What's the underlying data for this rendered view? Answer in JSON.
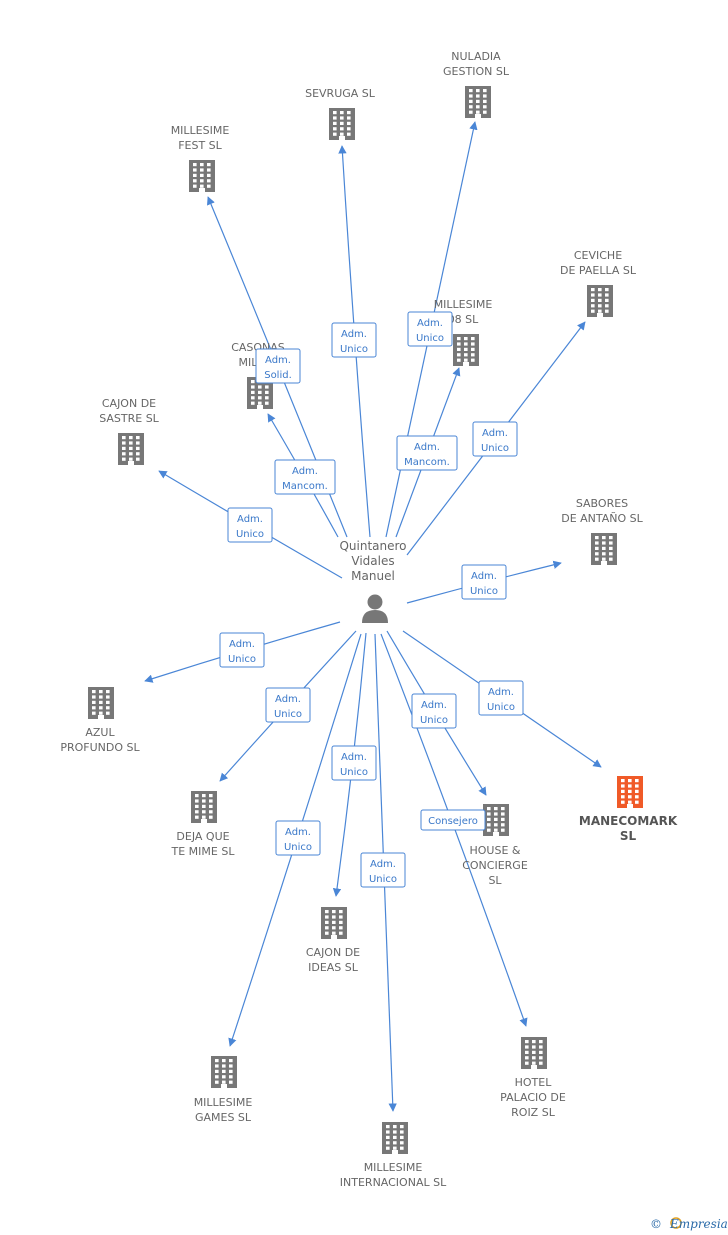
{
  "colors": {
    "edge": "#4a86d6",
    "label_border": "#4a86d6",
    "label_text": "#3a78c9",
    "building": "#777777",
    "building_highlight": "#f05a28",
    "node_text": "#666666"
  },
  "center": {
    "lines": [
      "Quintanero",
      "Vidales",
      "Manuel"
    ],
    "icon": "person-icon"
  },
  "nodes": [
    {
      "id": "sevruga",
      "lines": [
        "SEVRUGA  SL"
      ],
      "icon": "building-icon"
    },
    {
      "id": "nuladia",
      "lines": [
        "NULADIA",
        "GESTION SL"
      ],
      "icon": "building-icon"
    },
    {
      "id": "millesime-fest",
      "lines": [
        "MILLESIME",
        "FEST  SL"
      ],
      "icon": "building-icon"
    },
    {
      "id": "millesime-08",
      "lines": [
        "MILLESIME",
        "08  SL"
      ],
      "icon": "building-icon"
    },
    {
      "id": "ceviche",
      "lines": [
        "CEVICHE",
        "DE PAELLA  SL"
      ],
      "icon": "building-icon"
    },
    {
      "id": "casonas",
      "lines": [
        "CASONAS",
        "MILLES"
      ],
      "icon": "building-icon"
    },
    {
      "id": "cajon-sastre",
      "lines": [
        "CAJON DE",
        "SASTRE SL"
      ],
      "icon": "building-icon"
    },
    {
      "id": "sabores",
      "lines": [
        "SABORES",
        "DE ANTAÑO SL"
      ],
      "icon": "building-icon"
    },
    {
      "id": "azul",
      "lines": [
        "AZUL",
        "PROFUNDO  SL"
      ],
      "icon": "building-icon"
    },
    {
      "id": "deja",
      "lines": [
        "DEJA QUE",
        "TE MIME  SL"
      ],
      "icon": "building-icon"
    },
    {
      "id": "cajon-ideas",
      "lines": [
        "CAJON DE",
        "IDEAS SL"
      ],
      "icon": "building-icon"
    },
    {
      "id": "house",
      "lines": [
        "HOUSE &",
        "CONCIERGE",
        "SL"
      ],
      "icon": "building-icon"
    },
    {
      "id": "manecomark",
      "lines": [
        "MANECOMARK",
        "SL"
      ],
      "icon": "building-icon",
      "highlight": true
    },
    {
      "id": "games",
      "lines": [
        "MILLESIME",
        "GAMES SL"
      ],
      "icon": "building-icon"
    },
    {
      "id": "internacional",
      "lines": [
        "MILLESIME",
        "INTERNACIONAL SL"
      ],
      "icon": "building-icon"
    },
    {
      "id": "hotel",
      "lines": [
        "HOTEL",
        "PALACIO DE",
        "ROIZ  SL"
      ],
      "icon": "building-icon"
    }
  ],
  "edges": [
    {
      "to": "sevruga",
      "label": [
        "Adm.",
        "Unico"
      ]
    },
    {
      "to": "nuladia",
      "label": [
        "Adm.",
        "Unico"
      ]
    },
    {
      "to": "millesime-fest",
      "label": [
        "Adm.",
        "Solid."
      ]
    },
    {
      "to": "millesime-08",
      "label": [
        "Adm.",
        "Mancom."
      ]
    },
    {
      "to": "ceviche",
      "label": [
        "Adm.",
        "Unico"
      ]
    },
    {
      "to": "casonas",
      "label": [
        "Adm.",
        "Mancom."
      ]
    },
    {
      "to": "cajon-sastre",
      "label": [
        "Adm.",
        "Unico"
      ]
    },
    {
      "to": "sabores",
      "label": [
        "Adm.",
        "Unico"
      ]
    },
    {
      "to": "azul",
      "label": [
        "Adm.",
        "Unico"
      ]
    },
    {
      "to": "deja",
      "label": [
        "Adm.",
        "Unico"
      ]
    },
    {
      "to": "cajon-ideas",
      "label": [
        "Adm.",
        "Unico"
      ]
    },
    {
      "to": "house",
      "label": [
        "Adm.",
        "Unico"
      ]
    },
    {
      "to": "manecomark",
      "label": [
        "Adm.",
        "Unico"
      ]
    },
    {
      "to": "games",
      "label": [
        "Adm.",
        "Unico"
      ]
    },
    {
      "to": "internacional",
      "label": [
        "Adm.",
        "Unico"
      ]
    },
    {
      "to": "hotel",
      "label": [
        "Consejero"
      ]
    }
  ],
  "footer": {
    "copyright_symbol": "©",
    "brand": "Empresia",
    "brand_icon": "empresia-logo-icon"
  }
}
